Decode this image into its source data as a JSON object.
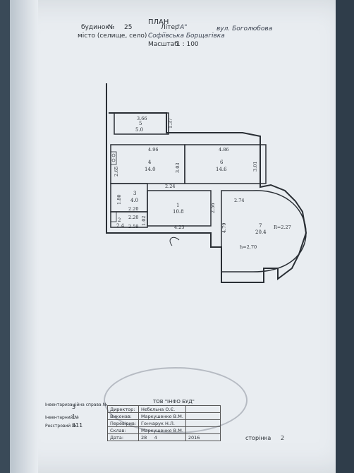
{
  "header": {
    "title": "ПЛАН",
    "building_label": "будинок",
    "number_sign": "№",
    "building_number": "25",
    "liter_label": "Літер",
    "liter_value": "\"А\"",
    "street": "вул. Боголюбова",
    "city_label": "місто (селище, село)",
    "city_value": "Софіївська Борщагівка",
    "scale_label": "Масштаб",
    "scale_value": "1 : 100"
  },
  "rooms": [
    {
      "id": "5",
      "area": "5.0"
    },
    {
      "id": "4",
      "area": "14.0"
    },
    {
      "id": "6",
      "area": "14.6"
    },
    {
      "id": "3",
      "area": "4.0"
    },
    {
      "id": "1",
      "area": "10.8"
    },
    {
      "id": "2",
      "area": "2.4"
    },
    {
      "id": "7",
      "area": "20.4"
    }
  ],
  "dimensions": {
    "d366": "3.66",
    "d137": "1.37",
    "d496": "4.96",
    "d486": "4.86",
    "d265": "2.65",
    "d303": "3.03",
    "d301": "3.01",
    "d224": "2.24",
    "d180": "1.80",
    "d220a": "2.20",
    "d220b": "2.20",
    "d259": "2.59",
    "d102": "1.02",
    "d423": "4.23",
    "d256": "2.56",
    "d274": "2.74",
    "d479": "4.79",
    "radius": "R=2.27",
    "height": "h=2,70"
  },
  "stamp": {
    "company": "ТОВ \"ІНФО БУД\""
  },
  "signatures": {
    "rows": [
      {
        "role": "Директор:",
        "name": "Нєбєльна О.Є."
      },
      {
        "role": "Виконав:",
        "name": "Маркушенко В.М."
      },
      {
        "role": "Перевірив:",
        "name": "Гончарук Н.Л."
      },
      {
        "role": "Склав:",
        "name": "Маркушенко В.М."
      }
    ],
    "date_label": "Дата:",
    "date_day": "28",
    "date_month": "4",
    "date_year": "2016"
  },
  "side_info": {
    "case_label": "Інвентаризаційна справа №",
    "case_value": "3",
    "inv_label": "Інвентарний №",
    "inv_value": "1",
    "reg_label": "Реєстровий №",
    "reg_value": "311"
  },
  "page": {
    "label": "сторінка",
    "number": "2"
  }
}
